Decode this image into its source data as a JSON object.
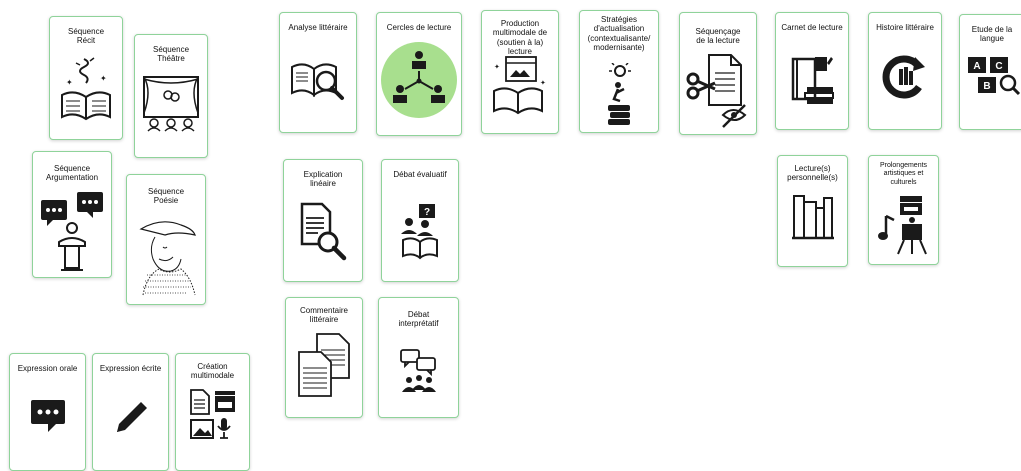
{
  "cards": {
    "sequence_recit": "Séquence\nRécit",
    "sequence_theatre": "Séquence\nThéâtre",
    "sequence_argumentation": "Séquence\nArgumentation",
    "sequence_poesie": "Séquence\nPoésie",
    "expression_orale": "Expression orale",
    "expression_ecrite": "Expression écrite",
    "creation_multimodale": "Création\nmultimodale",
    "analyse_litteraire": "Analyse littéraire",
    "cercles_de_lecture": "Cercles de lecture",
    "production_multimodale": "Production\nmultimodale de\n(soutien à la) lecture",
    "strategies_actualisation": "Stratégies\nd'actualisation\n(contextualisante/\nmodernisante)",
    "sequencage_lecture": "Séquençage\nde la lecture",
    "carnet_de_lecture": "Carnet de lecture",
    "histoire_litteraire": "Histoire littéraire",
    "etude_langue": "Etude de la\nlangue",
    "explication_lineaire": "Explication\nlinéaire",
    "debat_evaluatif": "Débat évaluatif",
    "commentaire_litteraire": "Commentaire\nlittéraire",
    "debat_interpretatif": "Débat\ninterprétatif",
    "lectures_personnelles": "Lecture(s)\npersonnelle(s)",
    "prolongements": "Prolongements\nartistiques et\nculturels"
  },
  "icon_labels": {
    "abc_a": "A",
    "abc_b": "B",
    "abc_c": "C",
    "question_mark": "?"
  },
  "colors": {
    "card_border": "#8fd39a",
    "highlight_circle": "#a8df8e",
    "icon": "#1a1a1a"
  }
}
